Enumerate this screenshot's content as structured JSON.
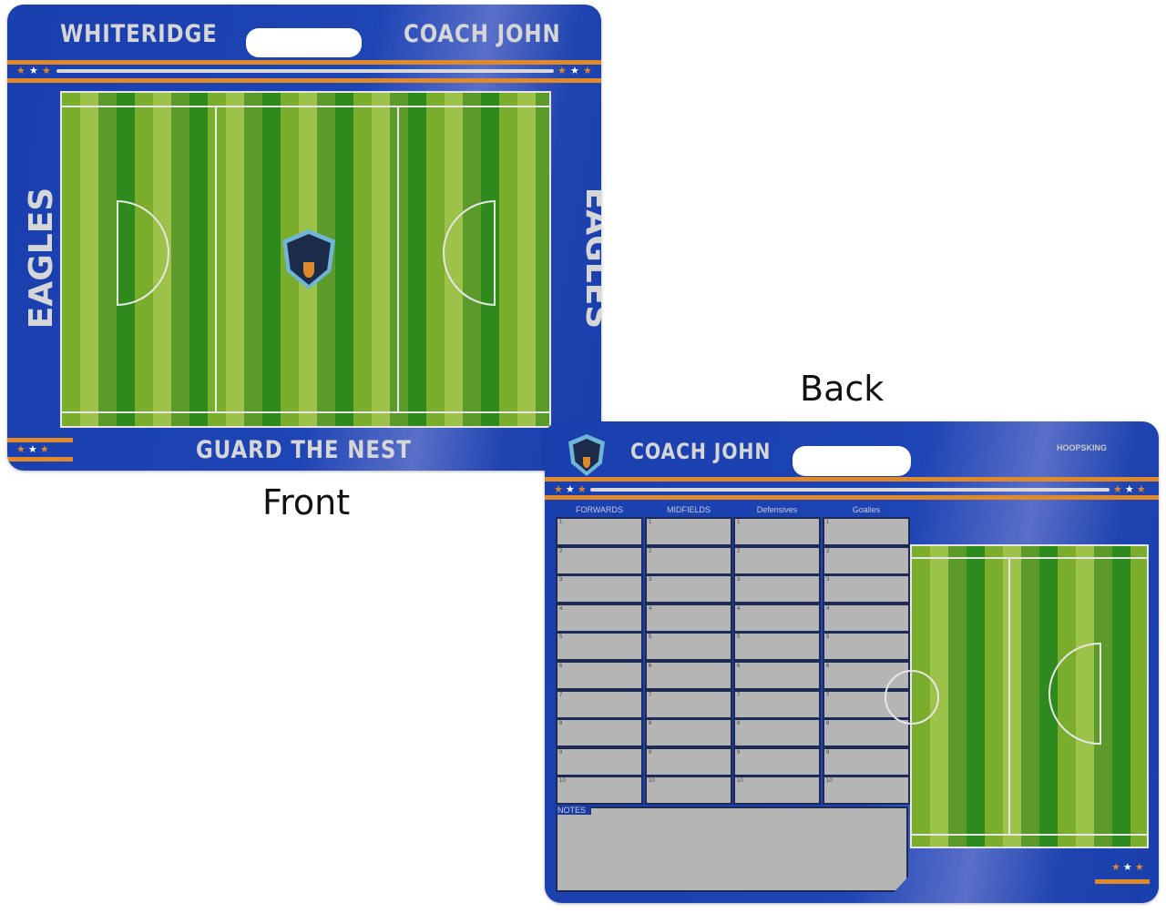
{
  "front": {
    "label": "Front",
    "team": "WHITERIDGE",
    "coach": "COACH JOHN",
    "side_text": "EAGLES",
    "footer": "GUARD THE NEST"
  },
  "back": {
    "label": "Back",
    "coach": "COACH JOHN",
    "brand": "HOOPSKING",
    "columns": [
      "FORWARDS",
      "MIDFIELDS",
      "Defensives",
      "Goalies"
    ],
    "rows": [
      "1",
      "2",
      "3",
      "4",
      "5",
      "6",
      "7",
      "8",
      "9",
      "10"
    ],
    "notes_label": "NOTES"
  },
  "colors": {
    "board": "#1e45b5",
    "accent": "#e0892a",
    "turf_light": "#9cc24a",
    "turf_dark": "#2f8a1e",
    "slot": "#b5b5b5"
  }
}
